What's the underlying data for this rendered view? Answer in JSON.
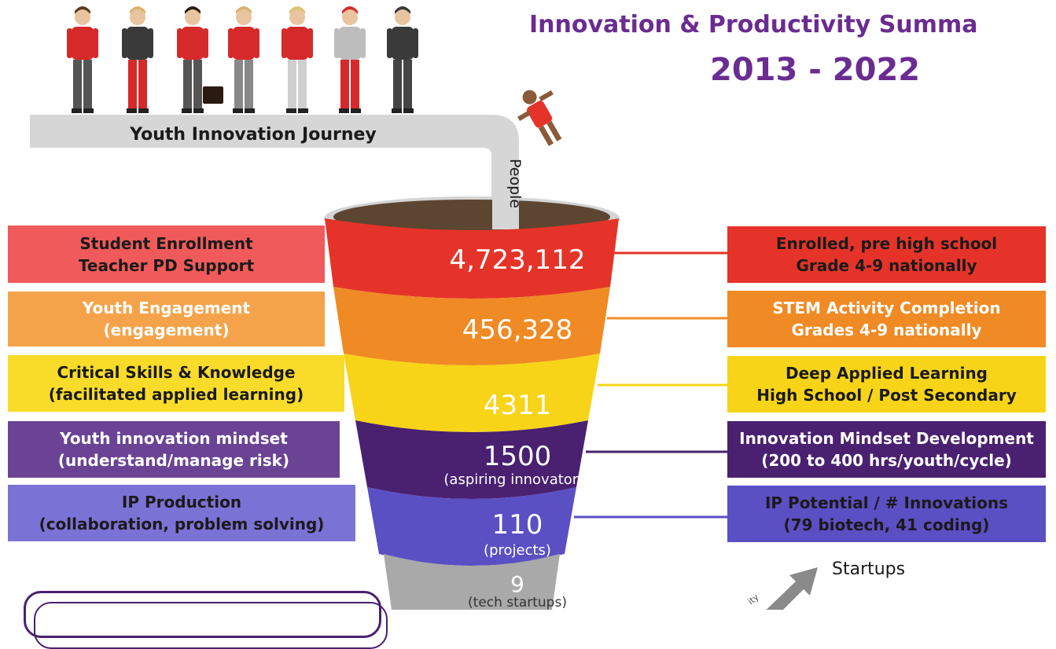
{
  "header": {
    "title_line1": "Innovation & Productivity Summa",
    "title_line2": "2013 - 2022"
  },
  "journey": {
    "path_label": "Youth Innovation Journey",
    "chute_label": "People"
  },
  "funnel": {
    "levels": [
      {
        "value": "4,723,112",
        "sub": "",
        "color": "#e63329"
      },
      {
        "value": "456,328",
        "sub": "",
        "color": "#f08a24"
      },
      {
        "value": "4311",
        "sub": "",
        "color": "#f7d417"
      },
      {
        "value": "1500",
        "sub": "(aspiring innovators)",
        "color": "#4a2070"
      },
      {
        "value": "110",
        "sub": "(projects)",
        "color": "#5b4fc4"
      },
      {
        "value": "9",
        "sub": "(tech startups)",
        "color": "#a9a9a9"
      }
    ]
  },
  "left_labels": [
    {
      "line1": "Student Enrollment",
      "line2": "Teacher PD Support",
      "bg": "#f15a5a",
      "fg": "#1a1a1a"
    },
    {
      "line1": "Youth Engagement",
      "line2": "(engagement)",
      "bg": "#f5a34a",
      "fg": "#ffffff"
    },
    {
      "line1": "Critical Skills & Knowledge",
      "line2": "(facilitated applied learning)",
      "bg": "#f9dc2a",
      "fg": "#1a1a1a"
    },
    {
      "line1": "Youth innovation mindset",
      "line2": "(understand/manage risk)",
      "bg": "#6b4394",
      "fg": "#ffffff"
    },
    {
      "line1": "IP Production",
      "line2": "(collaboration, problem solving)",
      "bg": "#7b72d6",
      "fg": "#1a1a1a"
    }
  ],
  "right_labels": [
    {
      "line1": "Enrolled, pre high school",
      "line2": "Grade 4-9 nationally",
      "bg": "#e63329",
      "fg": "#1a1a1a"
    },
    {
      "line1": "STEM Activity Completion",
      "line2": "Grades 4-9 nationally",
      "bg": "#f08a24",
      "fg": "#ffffff"
    },
    {
      "line1": "Deep Applied Learning",
      "line2": "High School / Post Secondary",
      "bg": "#f7d417",
      "fg": "#1a1a1a"
    },
    {
      "line1": "Innovation Mindset Development",
      "line2": "(200 to 400 hrs/youth/cycle)",
      "bg": "#4a2070",
      "fg": "#ffffff"
    },
    {
      "line1": "IP Potential / # Innovations",
      "line2": "(79 biotech, 41 coding)",
      "bg": "#5b4fc4",
      "fg": "#1a1a1a"
    }
  ],
  "startups": {
    "label": "Startups",
    "arrow_text": "ity"
  },
  "people": [
    {
      "shirt": "#d62a2a",
      "pants": "#555555",
      "hair": "#5a3a1a"
    },
    {
      "shirt": "#3a3a3a",
      "pants": "#d62a2a",
      "hair": "#d9b36a"
    },
    {
      "shirt": "#d62a2a",
      "pants": "#555555",
      "hair": "#2a1a10"
    },
    {
      "shirt": "#d62a2a",
      "pants": "#888888",
      "hair": "#d9b36a"
    },
    {
      "shirt": "#d62a2a",
      "pants": "#cfcfcf",
      "hair": "#e0c070"
    },
    {
      "shirt": "#bdbdbd",
      "pants": "#d62a2a",
      "hair": "#d62a2a"
    },
    {
      "shirt": "#3a3a3a",
      "pants": "#444444",
      "hair": "#3a3a3a"
    }
  ]
}
